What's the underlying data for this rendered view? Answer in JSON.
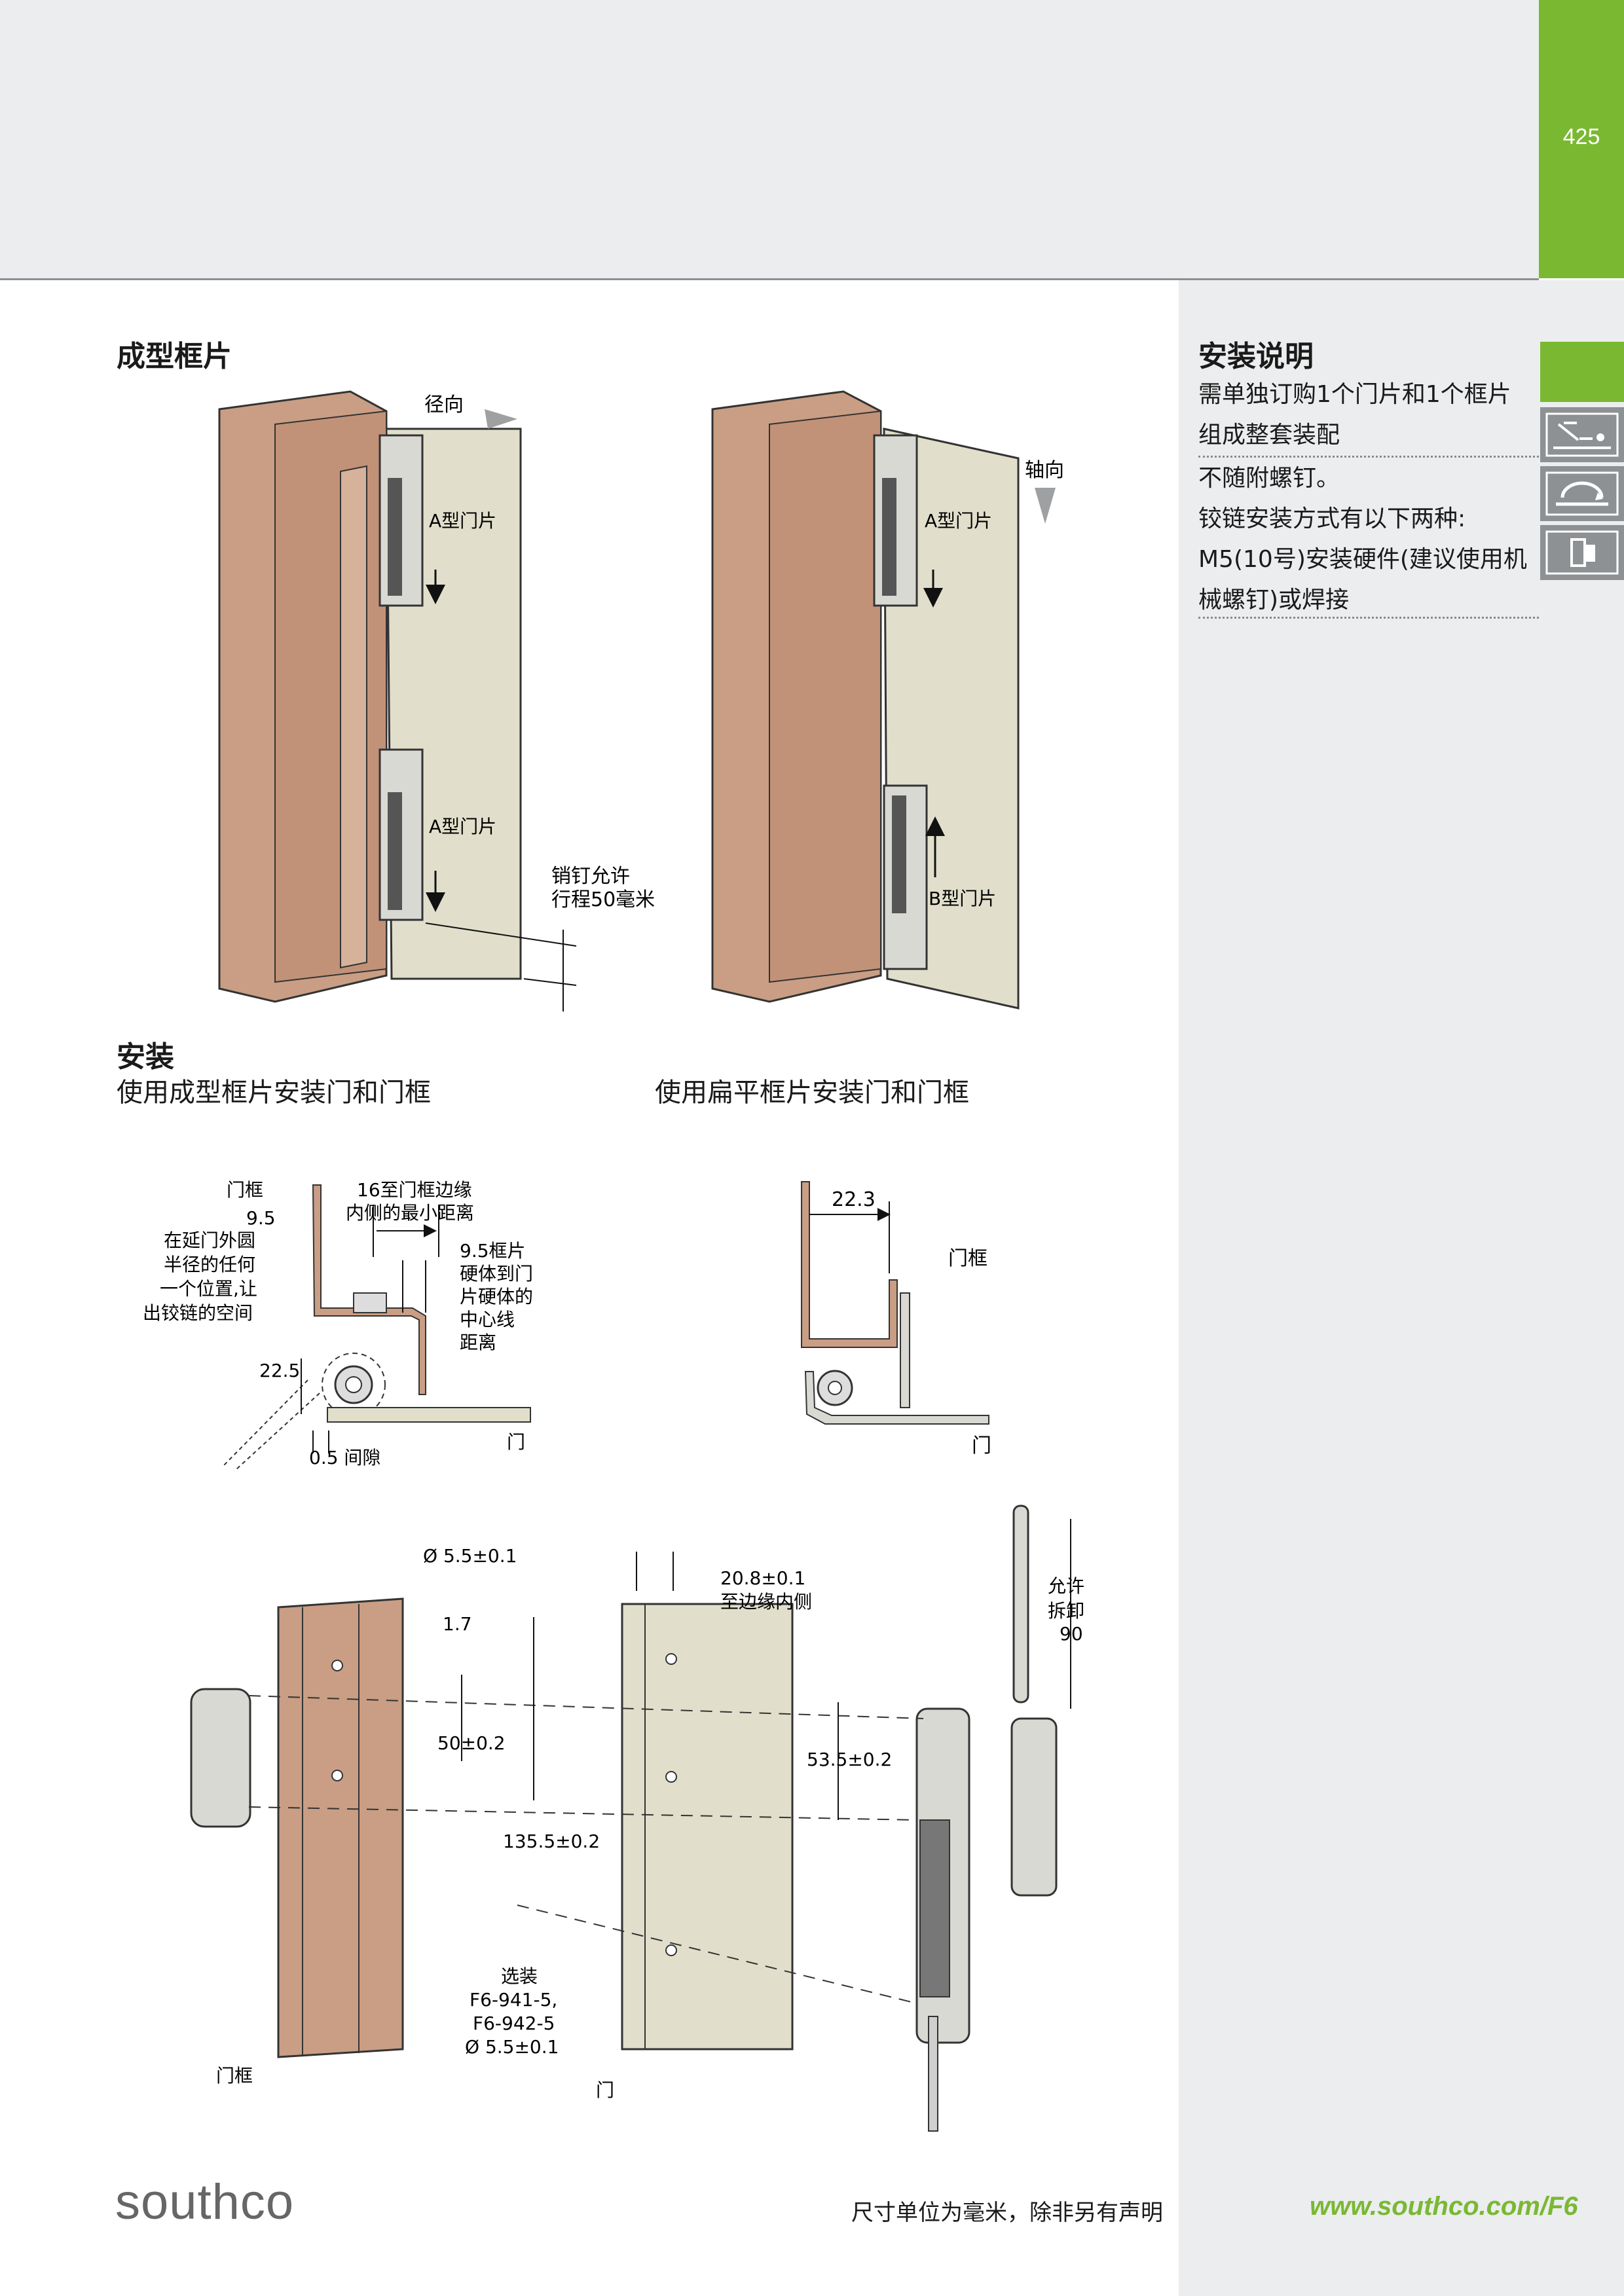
{
  "page": {
    "number": "425"
  },
  "sections": {
    "formed_frame_leaf": "成型框片",
    "install": "安装",
    "install_formed": "使用成型框片安装门和门框",
    "install_flat": "使用扁平框片安装门和门框"
  },
  "figure1": {
    "radial": "径向",
    "axial": "轴向",
    "type_a_door_leaf": "A型门片",
    "type_b_door_leaf": "B型门片",
    "pin_travel_line1": "销钉允许",
    "pin_travel_line2": "行程50毫米"
  },
  "figure2": {
    "door_frame": "门框",
    "door": "门",
    "dim_9_5": "9.5",
    "clearance_lines": [
      "在延门外圆",
      "半径的任何",
      "一个位置,让",
      "出铰链的空间"
    ],
    "min_dist_line1": "16至门框边缘",
    "min_dist_line2": "内侧的最小距离",
    "center_lines": [
      "9.5框片",
      "硬体到门",
      "片硬体的",
      "中心线",
      "距离"
    ],
    "dim_22_5": "22.5",
    "gap": "0.5 间隙"
  },
  "figure3": {
    "dim_22_3": "22.3",
    "door_frame": "门框",
    "door": "门"
  },
  "figure4": {
    "hole_dia": "Ø 5.5±0.1",
    "dim_20_8": "20.8±0.1",
    "to_inner_edge": "至边缘内侧",
    "dim_1_7": "1.7",
    "dim_50": "50±0.2",
    "dim_53_5": "53.5±0.2",
    "dim_135_5": "135.5±0.2",
    "optional_lines": [
      "选装",
      "F6-941-5,",
      "F6-942-5",
      "Ø 5.5±0.1"
    ],
    "door_frame": "门框",
    "door": "门",
    "removal_lines": [
      "允许",
      "拆卸",
      "90"
    ]
  },
  "sidebar": {
    "title": "安装说明",
    "lines1": [
      "需单独订购1个门片和1个框片",
      "组成整套装配"
    ],
    "lines2": [
      "不随附螺钉。",
      "铰链安装方式有以下两种:",
      "M5(10号)安装硬件(建议使用机",
      "械螺钉)或焊接"
    ],
    "icons": [
      "spray-icon",
      "rotation-icon",
      "mounting-icon"
    ]
  },
  "footer": {
    "brand": "southco",
    "note": "尺寸单位为毫米，除非另有声明",
    "url": "www.southco.com/F6"
  },
  "colors": {
    "green": "#7ab832",
    "frame": "#c99e84",
    "door": "#e1dfcb",
    "grey": "#8e9193"
  }
}
